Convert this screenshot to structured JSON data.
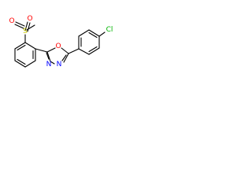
{
  "molecule": {
    "colors": {
      "bond": "#000000",
      "oxygen": "#ff0000",
      "sulfur": "#cccc00",
      "nitrogen": "#0000ff",
      "chlorine": "#00b400"
    },
    "labels": {
      "sulfonyl_oxygen_left": "O",
      "sulfonyl_oxygen_right": "O",
      "sulfur": "S",
      "ring_oxygen": "O",
      "nitrogen_left": "N",
      "nitrogen_right": "N",
      "chlorine": "Cl"
    }
  }
}
